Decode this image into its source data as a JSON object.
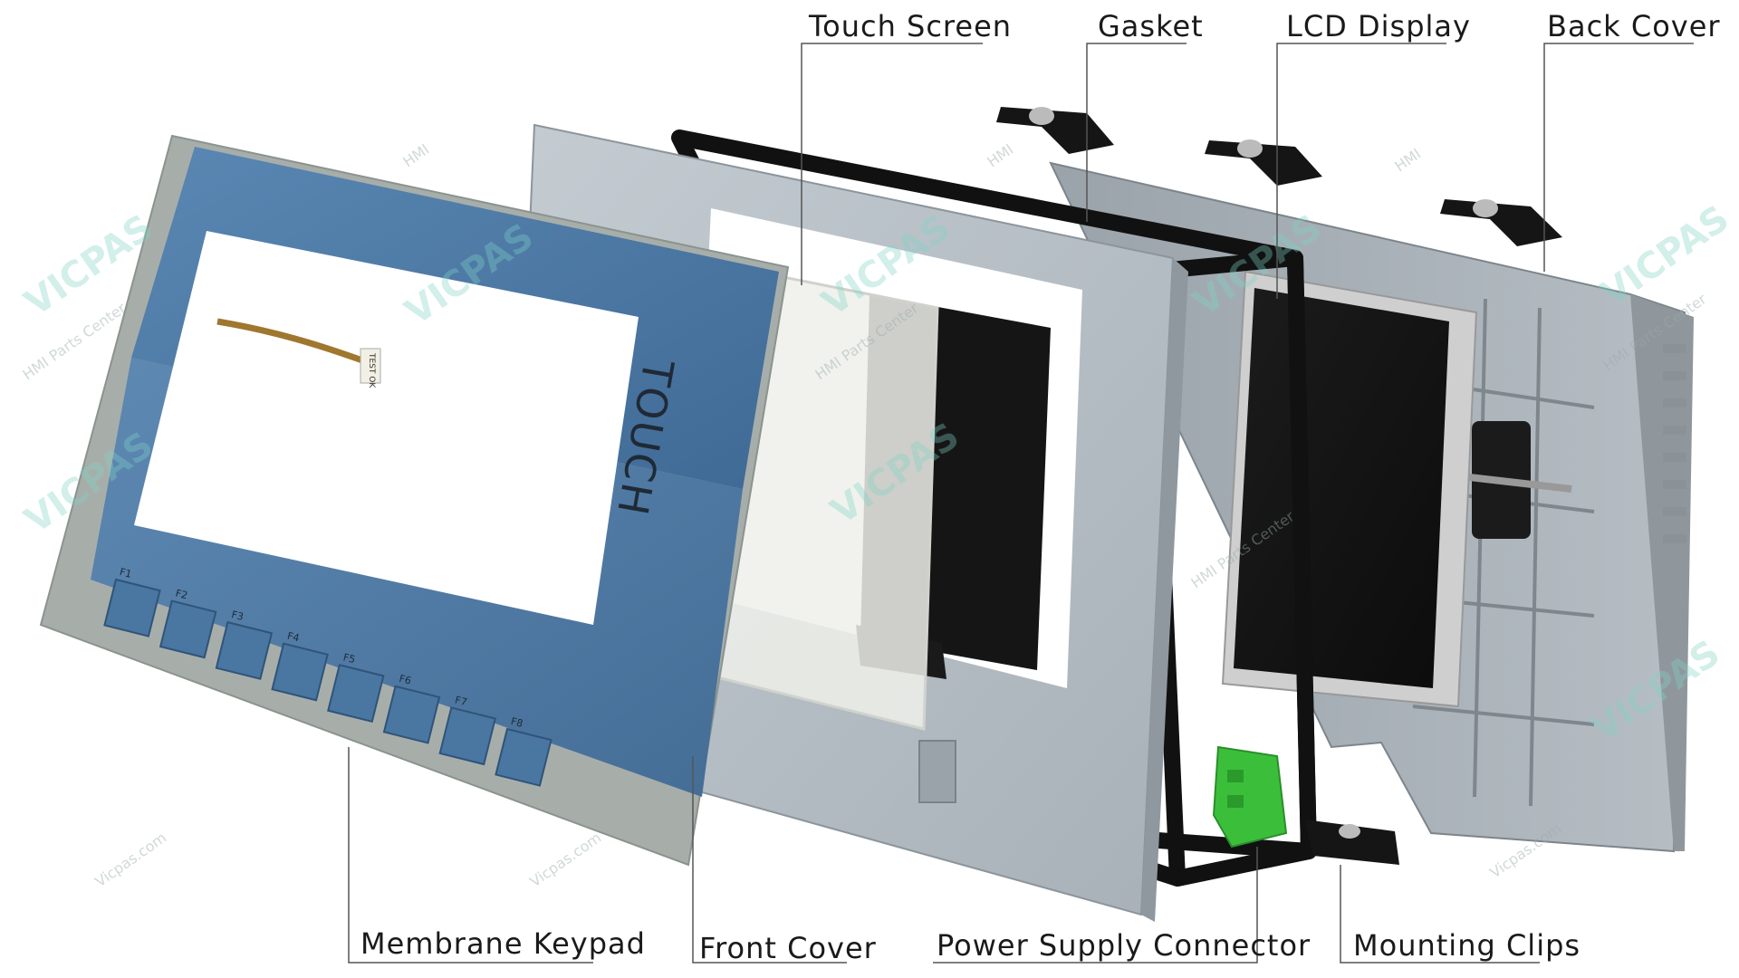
{
  "labels": {
    "touch_screen": "Touch Screen",
    "gasket": "Gasket",
    "lcd_display": "LCD Display",
    "back_cover": "Back Cover",
    "membrane_keypad": "Membrane Keypad",
    "front_cover": "Front Cover",
    "power_supply_connector": "Power Supply Connector",
    "mounting_clips": "Mounting Clips"
  },
  "keypad": {
    "brand_text": "TOUCH",
    "function_keys": [
      "F1",
      "F2",
      "F3",
      "F4",
      "F5",
      "F6",
      "F7",
      "F8"
    ]
  },
  "touch_tail_label": "TEST OK",
  "watermark": {
    "brand": "VICPAS",
    "tagline": "HMI Parts Center",
    "site": "Vicpas.com",
    "hmi": "HMI"
  },
  "colors": {
    "keypad_blue": "#4f7ca8",
    "frame_gray": "#b8c0c6",
    "lcd_black": "#141414",
    "connector_green": "#3bbf3b",
    "gasket_black": "#111111"
  }
}
